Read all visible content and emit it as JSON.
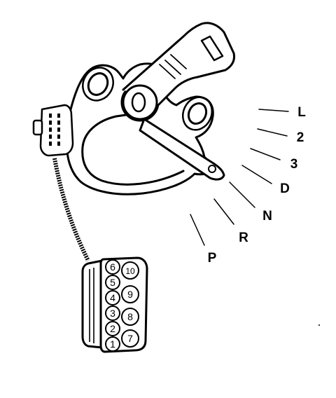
{
  "shift_positions": [
    "L",
    "2",
    "3",
    "D",
    "N",
    "R",
    "P"
  ],
  "connector_pins": {
    "left_column": [
      "6",
      "5",
      "4",
      "3",
      "2",
      "1"
    ],
    "right_column": [
      "10",
      "9",
      "8",
      "7"
    ]
  },
  "colors": {
    "ink": "#000000",
    "background": "#ffffff"
  }
}
